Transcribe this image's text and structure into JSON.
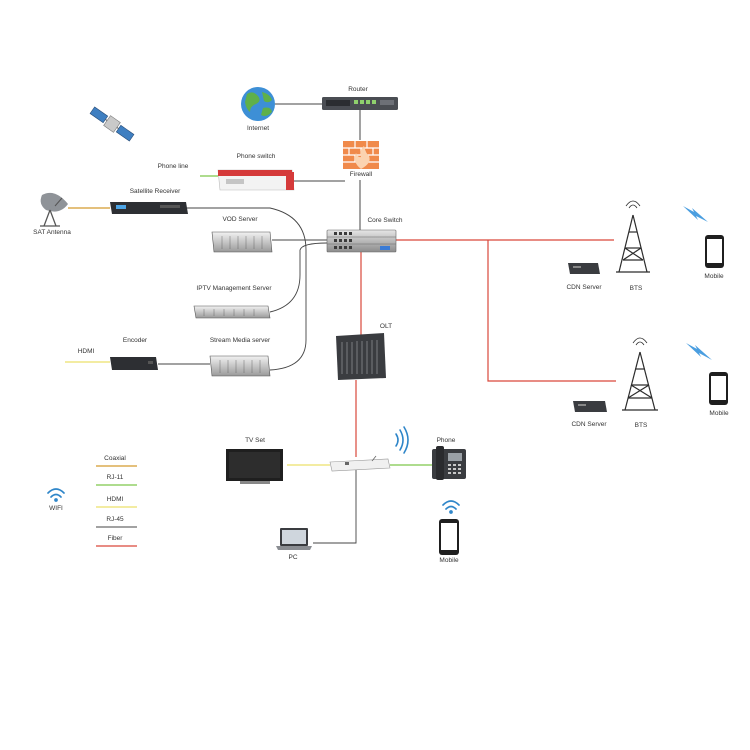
{
  "nodes": {
    "internet": "Internet",
    "router": "Router",
    "firewall": "Firewall",
    "phone_switch": "Phone switch",
    "phone_line": "Phone line",
    "satellite_receiver": "Satellite Receiver",
    "sat_antenna": "SAT Antenna",
    "vod_server": "VOD Server",
    "core_switch": "Core Switch",
    "iptv_management_server": "IPTV Management Server",
    "encoder": "Encoder",
    "hdmi_input": "HDMI",
    "stream_media_server": "Stream Media server",
    "olt": "OLT",
    "cdn_server_1": "CDN Server",
    "bts_1": "BTS",
    "mobile_1": "Mobile",
    "cdn_server_2": "CDN Server",
    "bts_2": "BTS",
    "mobile_2": "Mobile",
    "tv_set": "TV Set",
    "phone": "Phone",
    "pc": "PC",
    "mobile_3": "Mobile"
  },
  "legend": {
    "items": [
      {
        "label": "Coaxial",
        "color": "#d39a2e"
      },
      {
        "label": "RJ-11",
        "color": "#7ec84a"
      },
      {
        "label": "HDMI",
        "color": "#ece06a"
      },
      {
        "label": "RJ-45",
        "color": "#444444"
      },
      {
        "label": "Fiber",
        "color": "#d9483b"
      }
    ],
    "wifi_label": "WIFI"
  },
  "colors": {
    "fiber": "#d9483b",
    "ethernet": "#444444",
    "coaxial": "#d39a2e",
    "rj11": "#7ec84a",
    "hdmi": "#ece06a",
    "wifi": "#2f86c9"
  },
  "icons": [
    "globe-icon",
    "router-icon",
    "firewall-icon",
    "satellite-icon",
    "dish-icon",
    "server-icon",
    "switch-icon",
    "olt-icon",
    "tower-icon",
    "mobile-icon",
    "tv-icon",
    "phone-icon",
    "laptop-icon",
    "wifi-icon",
    "onu-icon",
    "encoder-icon"
  ]
}
